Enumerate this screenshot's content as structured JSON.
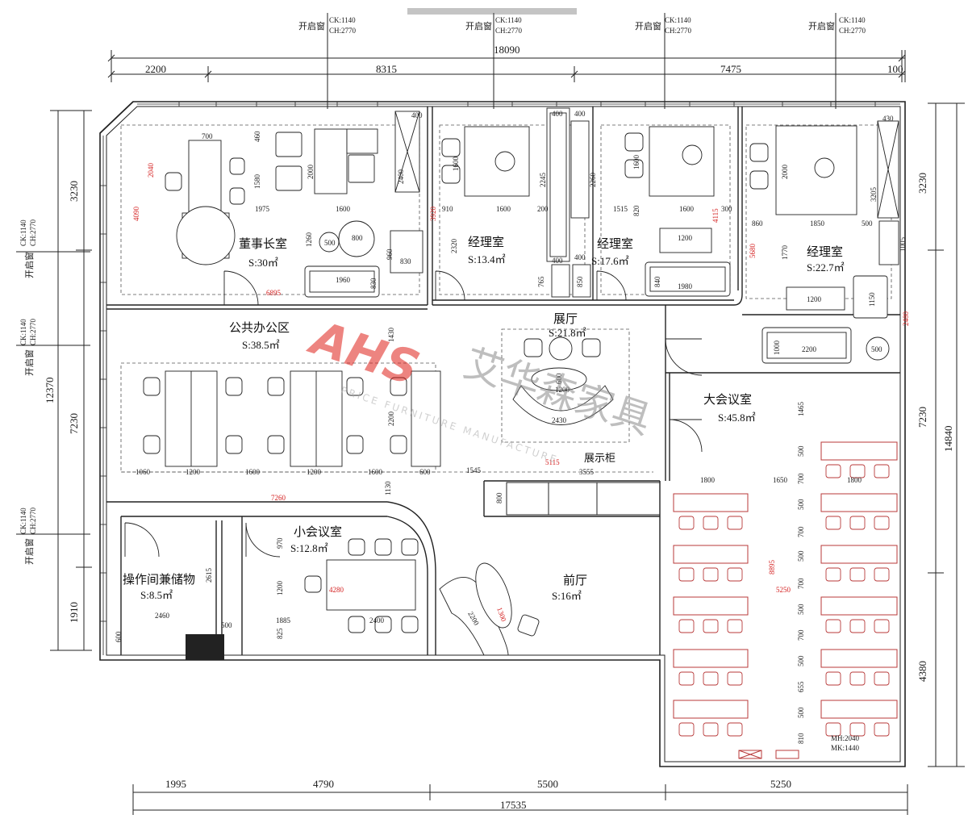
{
  "rooms": {
    "chairman": {
      "name": "董事长室",
      "area": "S:30㎡"
    },
    "mgr1": {
      "name": "经理室",
      "area": "S:13.4㎡"
    },
    "mgr2": {
      "name": "经理室",
      "area": "S:17.6㎡"
    },
    "mgr3": {
      "name": "经理室",
      "area": "S:22.7㎡"
    },
    "public_office": {
      "name": "公共办公区",
      "area": "S:38.5㎡"
    },
    "showroom": {
      "name": "展厅",
      "area": "S:21.8㎡"
    },
    "big_meeting": {
      "name": "大会议室",
      "area": "S:45.8㎡"
    },
    "small_meeting": {
      "name": "小会议室",
      "area": "S:12.8㎡"
    },
    "storage": {
      "name": "操作间兼储物",
      "area": "S:8.5㎡"
    },
    "lobby": {
      "name": "前厅",
      "area": "S:16㎡"
    },
    "display_cabinet": "展示柜"
  },
  "window_label": {
    "name": "开启窗",
    "ck": "CK:1140",
    "ch": "CH:2770"
  },
  "door_spec": {
    "mh": "MH:2040",
    "mk": "MK:1440"
  },
  "top_dims": {
    "total": "18090",
    "segments": [
      "2200",
      "8315",
      "7475",
      "100"
    ]
  },
  "bottom_dims": {
    "total": "17535",
    "segments": [
      "1995",
      "4790",
      "5500",
      "5250"
    ]
  },
  "left_dims": {
    "total": "12370",
    "segments": [
      "3230",
      "7230",
      "1910"
    ]
  },
  "right_dims": {
    "total": "14840",
    "segments": [
      "3230",
      "7230",
      "4380"
    ]
  },
  "inner_dims": {
    "d700": "700",
    "d460": "460",
    "d1580": "1580",
    "d2000": "2000",
    "d1600": "1600",
    "d1975": "1975",
    "d2040": "2040",
    "d4090": "4090",
    "d1260": "1260",
    "d500": "500",
    "d800": "800",
    "d960": "960",
    "d830": "830",
    "d1960": "1960",
    "d6895": "6895",
    "d400": "400",
    "d2400": "2400",
    "d3920": "3920",
    "d2320": "2320",
    "d910": "910",
    "d200": "200",
    "d2245": "2245",
    "d765": "765",
    "d2260": "2260",
    "d1515": "1515",
    "d820": "820",
    "d4115": "4115",
    "d300": "300",
    "d850": "850",
    "d840": "840",
    "d1980": "1980",
    "d1200": "1200",
    "d430": "430",
    "d3205": "3205",
    "d860": "860",
    "d1850": "1850",
    "d1005": "1005",
    "d5680": "5680",
    "d1770": "1770",
    "d1150": "1150",
    "d2480": "2480",
    "d1000": "1000",
    "d2200": "2200",
    "d1430": "1430",
    "d2430": "2430",
    "d600": "600",
    "d1060": "1060",
    "d5115": "5115",
    "d3555": "3555",
    "d1545": "1545",
    "d7260": "7260",
    "d1130": "1130",
    "d1465": "1465",
    "d1800": "1800",
    "d1650": "1650",
    "d8895": "8895",
    "d5250": "5250",
    "d655": "655",
    "d810": "810",
    "d970": "970",
    "d4280": "4280",
    "d1885": "1885",
    "d825": "825",
    "d2615": "2615",
    "d2460": "2460",
    "d1300": "1300"
  },
  "watermark": {
    "logo": "AHS",
    "cn": "艾华森家具",
    "en": "PRICE FURNITURE MANUFACTURE"
  }
}
